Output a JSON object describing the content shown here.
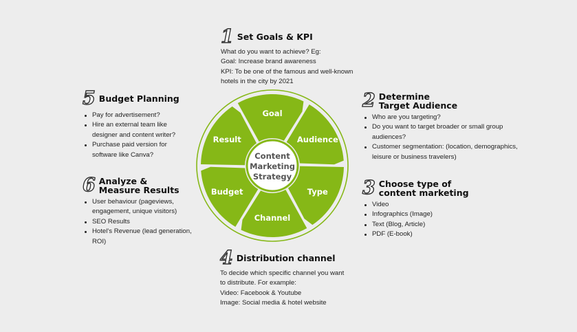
{
  "wheel": {
    "center": [
      "Content",
      "Marketing",
      "Strategy"
    ],
    "segments": [
      "Goal",
      "Audience",
      "Type",
      "Channel",
      "Budget",
      "Result"
    ],
    "colors": {
      "segment": "#86b817",
      "ring": "#86b817",
      "center_fill": "#ffffff",
      "center_text": "#555555"
    }
  },
  "step1": {
    "num": "1",
    "title": "Set Goals & KPI",
    "lines": [
      "What do you want to achieve? Eg:",
      "Goal: Increase brand awareness",
      "KPI: To be one of  the famous and well-known",
      "hotels in the city by 2021"
    ]
  },
  "step2": {
    "num": "2",
    "title": [
      "Determine",
      "Target Audience"
    ],
    "items": [
      "Who are you targeting?",
      "Do you want to target broader or small group audiences?",
      "Customer segmentation: (location, demographics, leisure or business travelers)"
    ]
  },
  "step3": {
    "num": "3",
    "title": [
      "Choose type of",
      "content marketing"
    ],
    "items": [
      "Video",
      "Infographics (Image)",
      "Text (Blog, Article)",
      "PDF (E-book)"
    ]
  },
  "step4": {
    "num": "4",
    "title": "Distribution channel",
    "lines": [
      "To decide which specific channel you want",
      "to distribute. For example:",
      "Video: Facebook & Youtube",
      "Image: Social media & hotel website"
    ]
  },
  "step5": {
    "num": "5",
    "title": "Budget Planning",
    "items": [
      "Pay for advertisement?",
      "Hire an external team like designer and content writer?",
      "Purchase paid version for software like Canva?"
    ]
  },
  "step6": {
    "num": "6",
    "title": [
      "Analyze &",
      "Measure Results"
    ],
    "items": [
      "User behaviour (pageviews, engagement, unique visitors)",
      "SEO Results",
      "Hotel's Revenue (lead generation, ROI)"
    ]
  }
}
